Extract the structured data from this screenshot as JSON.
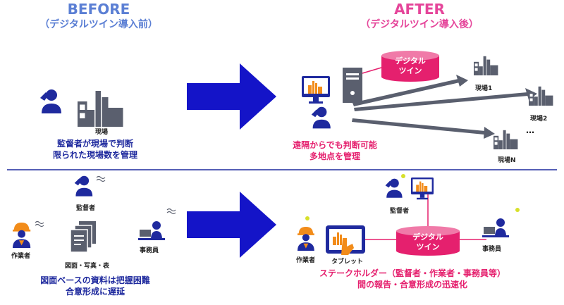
{
  "before": {
    "title": "BEFORE",
    "subtitle": "（デジタルツイン導入前）",
    "top_site_label": "現場",
    "top_caption_line1": "監督者が現場で判断",
    "top_caption_line2": "限られた現場数を管理",
    "supervisor_label": "監督者",
    "worker_label": "作業者",
    "documents_label": "図面・写真・表",
    "office_label": "事務員",
    "bottom_caption_line1": "図面ベースの資料は把握困難",
    "bottom_caption_line2": "合意形成に遅延"
  },
  "after": {
    "title": "AFTER",
    "subtitle": "（デジタルツイン導入後）",
    "top_twin_line1": "デジタル",
    "top_twin_line2": "ツイン",
    "site1_label": "現場1",
    "site2_label": "現場2",
    "siteN_label": "現場N",
    "ellipsis": "…",
    "top_caption_line1": "遠隔からでも判断可能",
    "top_caption_line2": "多地点を管理",
    "supervisor_label": "監督者",
    "worker_label": "作業者",
    "tablet_label": "タブレット",
    "office_label": "事務員",
    "bottom_twin_line1": "デジタル",
    "bottom_twin_line2": "ツイン",
    "bottom_caption_line1": "ステークホルダー（監督者・作業者・事務員等）",
    "bottom_caption_line2": "間の報告・合意形成の迅速化"
  },
  "colors": {
    "navy": "#1f2a9e",
    "pink": "#e5206e",
    "arrow_blue": "#1414c8",
    "gray": "#5a5f6e",
    "heading_blue": "#5b7fd4",
    "heading_pink": "#e5459a"
  }
}
